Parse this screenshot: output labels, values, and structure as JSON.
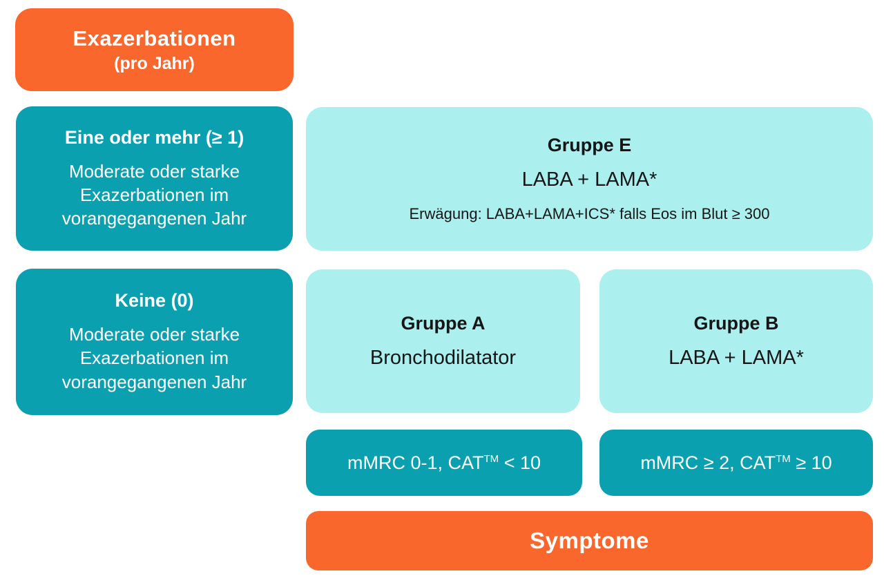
{
  "palette": {
    "orange": "#F9672D",
    "teal": "#0AA0B0",
    "light_cyan": "#ABF0EE",
    "text_on_dark": "#FFFFFF",
    "text_on_light": "#161616"
  },
  "left_column": {
    "header": {
      "title": "Exazerbationen",
      "subtitle": "(pro Jahr)"
    },
    "exacerbation_rows": [
      {
        "title": "Eine oder mehr (≥ 1)",
        "body": "Moderate oder starke Exazerbationen im vorangegangenen Jahr"
      },
      {
        "title": "Keine (0)",
        "body": "Moderate oder starke Exazerbationen im vorangegangenen Jahr"
      }
    ]
  },
  "treatment_groups": {
    "group_e": {
      "title": "Gruppe E",
      "therapy": "LABA + LAMA*",
      "note": "Erwägung: LABA+LAMA+ICS* falls Eos im Blut ≥ 300"
    },
    "group_a": {
      "title": "Gruppe A",
      "therapy": "Bronchodilatator"
    },
    "group_b": {
      "title": "Gruppe B",
      "therapy": "LABA + LAMA*"
    }
  },
  "symptom_rows": [
    {
      "prefix": "mMRC 0-1, CAT",
      "trademark": "TM",
      "suffix": " < 10"
    },
    {
      "prefix": "mMRC ≥ 2, CAT",
      "trademark": "TM",
      "suffix": " ≥ 10"
    }
  ],
  "bottom_axis": {
    "label": "Symptome"
  }
}
